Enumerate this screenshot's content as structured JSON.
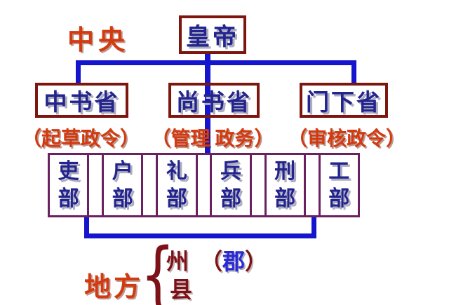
{
  "diagram": {
    "central_label": "中央",
    "emperor": "皇帝",
    "departments": [
      {
        "name": "中书省",
        "func": "（起草政令）"
      },
      {
        "name": "尚书省",
        "func": "（管理 政务）"
      },
      {
        "name": "门下省",
        "func": "（审核政令）"
      }
    ],
    "ministries": [
      "吏部",
      "户部",
      "礼部",
      "兵部",
      "刑部",
      "工部"
    ],
    "local": {
      "label": "地方",
      "brace": "{",
      "line1": {
        "zhou": "州",
        "open": "（",
        "jun": "郡",
        "close": "）"
      },
      "line2": "县"
    },
    "colors": {
      "connector_blue": "#1515cd",
      "box_border_red": "#7c160e",
      "ministries_border_purple": "#6b2060",
      "text_navy": "#24248e",
      "text_red_orange": "#d23a10",
      "text_maroon": "#7c1218",
      "jun_blue": "#2a2ad4",
      "background": "#ffffff"
    }
  }
}
